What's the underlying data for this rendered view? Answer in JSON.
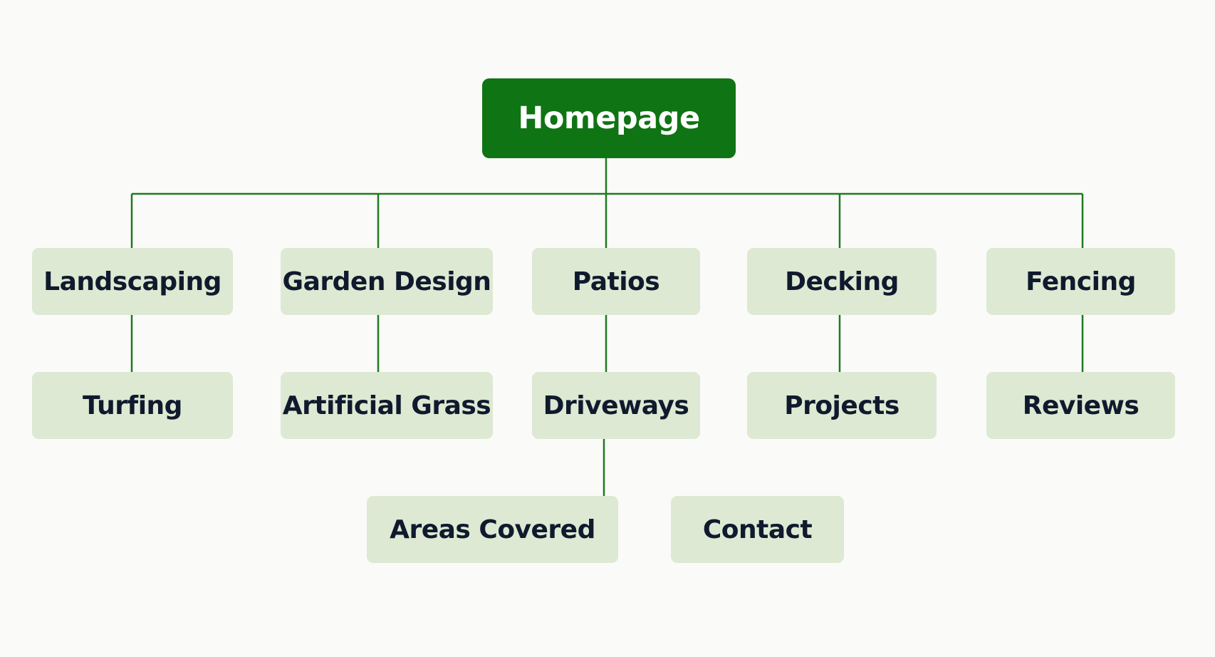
{
  "colors": {
    "root_fill": "#0f7413",
    "root_text": "#ffffff",
    "node_fill": "#dde9d2",
    "node_text": "#0f1a2e",
    "connector": "#1f7a1f",
    "background": "#fafaf9"
  },
  "root": {
    "label": "Homepage"
  },
  "level1": [
    {
      "label": "Landscaping"
    },
    {
      "label": "Garden Design"
    },
    {
      "label": "Patios"
    },
    {
      "label": "Decking"
    },
    {
      "label": "Fencing"
    }
  ],
  "level2": [
    {
      "label": "Turfing"
    },
    {
      "label": "Artificial Grass"
    },
    {
      "label": "Driveways"
    },
    {
      "label": "Projects"
    },
    {
      "label": "Reviews"
    }
  ],
  "level3": [
    {
      "label": "Areas Covered"
    },
    {
      "label": "Contact"
    }
  ]
}
